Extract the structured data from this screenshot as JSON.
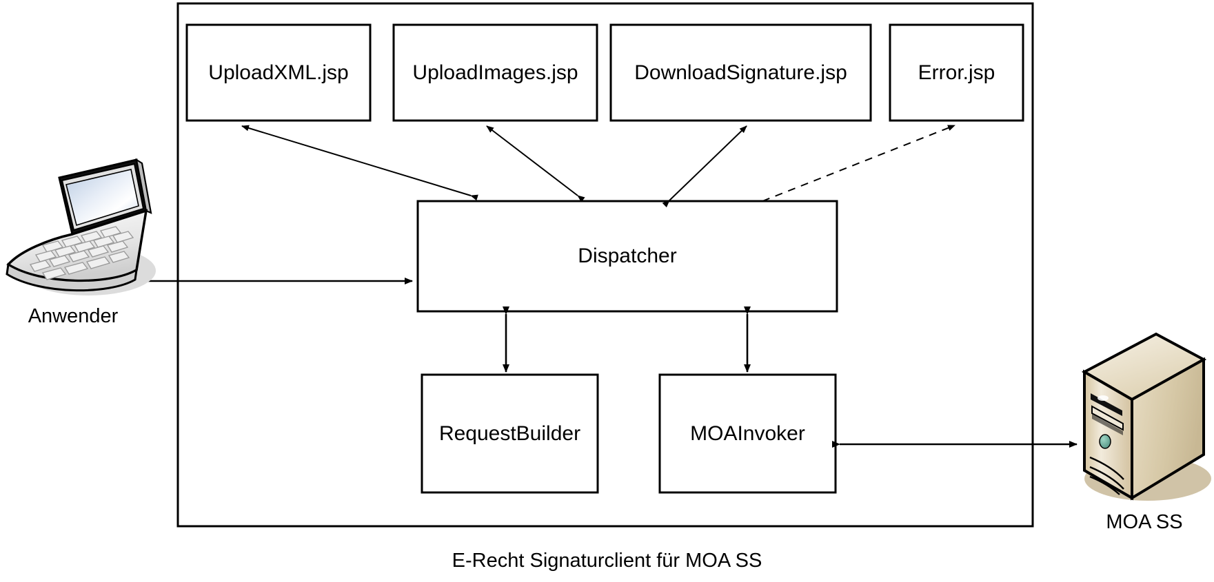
{
  "diagram": {
    "caption": "E-Recht Signaturclient für MOA SS",
    "container": {
      "name": "system-boundary"
    },
    "nodes": [
      {
        "id": "uploadxml",
        "label": "UploadXML.jsp"
      },
      {
        "id": "uploadimages",
        "label": "UploadImages.jsp"
      },
      {
        "id": "downloadsignature",
        "label": "DownloadSignature.jsp"
      },
      {
        "id": "error",
        "label": "Error.jsp"
      },
      {
        "id": "dispatcher",
        "label": "Dispatcher"
      },
      {
        "id": "requestbuilder",
        "label": "RequestBuilder"
      },
      {
        "id": "moainvoker",
        "label": "MOAInvoker"
      }
    ],
    "actors": [
      {
        "id": "anwender",
        "label": "Anwender",
        "icon": "laptop-icon"
      },
      {
        "id": "moass",
        "label": "MOA SS",
        "icon": "server-icon"
      }
    ],
    "edges": [
      {
        "from": "dispatcher",
        "to": "uploadxml",
        "style": "solid",
        "heads": "both"
      },
      {
        "from": "dispatcher",
        "to": "uploadimages",
        "style": "solid",
        "heads": "both"
      },
      {
        "from": "dispatcher",
        "to": "downloadsignature",
        "style": "solid",
        "heads": "both"
      },
      {
        "from": "dispatcher",
        "to": "error",
        "style": "dashed",
        "heads": "end"
      },
      {
        "from": "anwender",
        "to": "dispatcher",
        "style": "solid",
        "heads": "both"
      },
      {
        "from": "dispatcher",
        "to": "requestbuilder",
        "style": "solid",
        "heads": "both"
      },
      {
        "from": "dispatcher",
        "to": "moainvoker",
        "style": "solid",
        "heads": "both"
      },
      {
        "from": "moainvoker",
        "to": "moass",
        "style": "solid",
        "heads": "both"
      }
    ],
    "colors": {
      "stroke": "#000000",
      "box_fill": "#ffffff",
      "server_body": "#d9cba8",
      "server_light": "#f3ece0",
      "server_led": "#6fae9c",
      "laptop_screen": "#ccd9ea",
      "shadow": "#d8d8d8"
    }
  }
}
